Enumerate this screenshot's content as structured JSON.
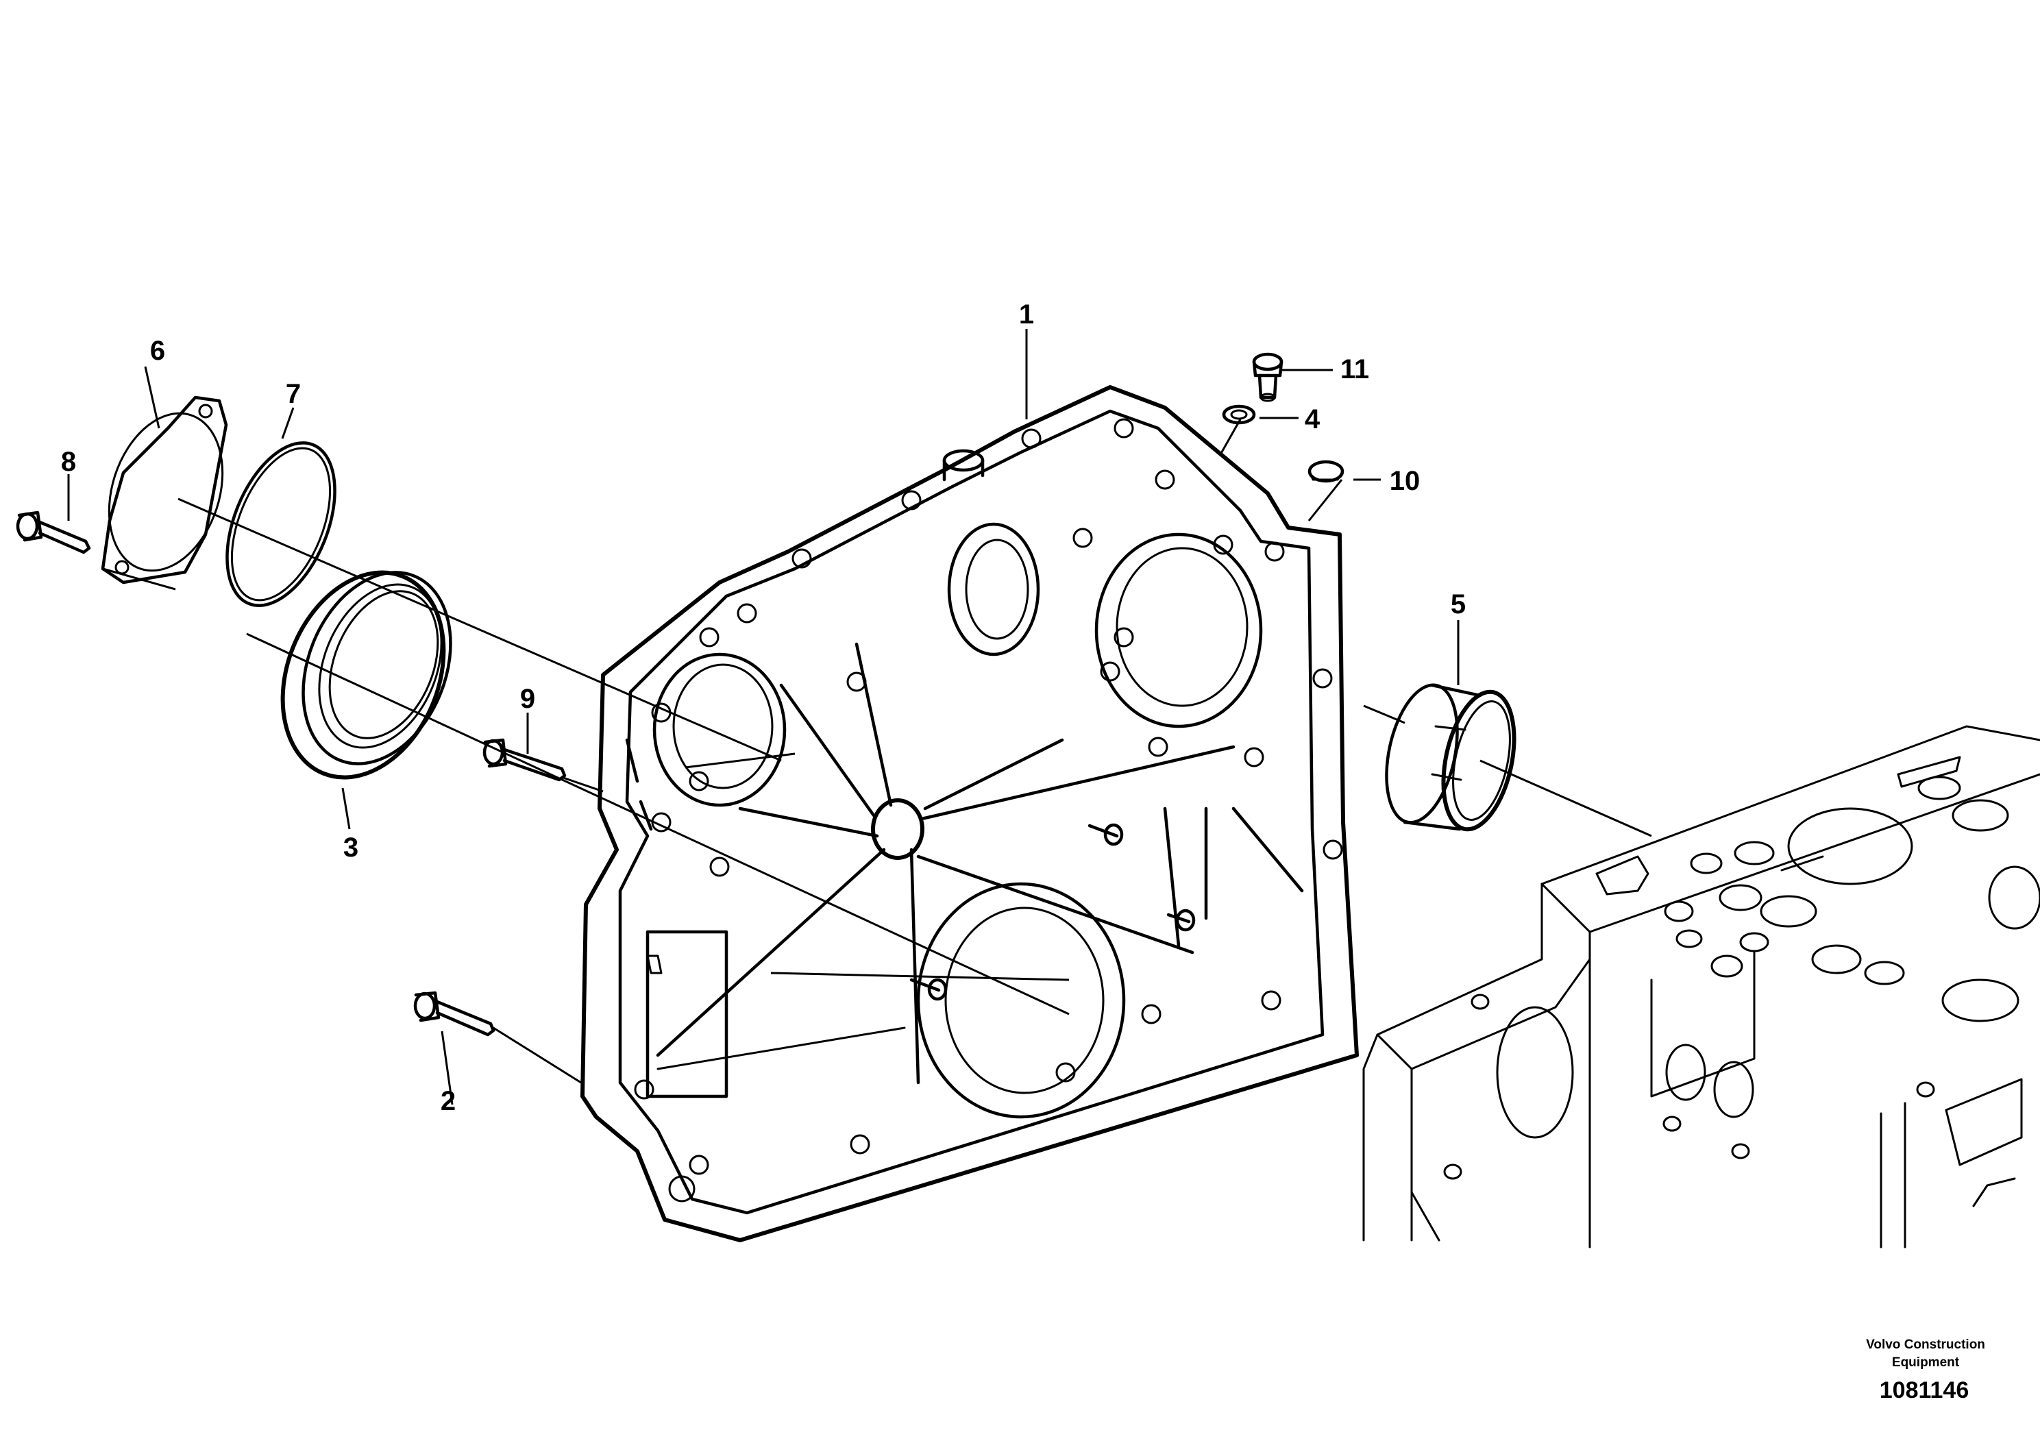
{
  "callouts": {
    "c1": "1",
    "c2": "2",
    "c3": "3",
    "c4": "4",
    "c5": "5",
    "c6": "6",
    "c7": "7",
    "c8": "8",
    "c9": "9",
    "c10": "10",
    "c11": "11"
  },
  "footer": {
    "credit_line1": "Volvo Construction",
    "credit_line2": "Equipment",
    "reference": "1081146"
  }
}
